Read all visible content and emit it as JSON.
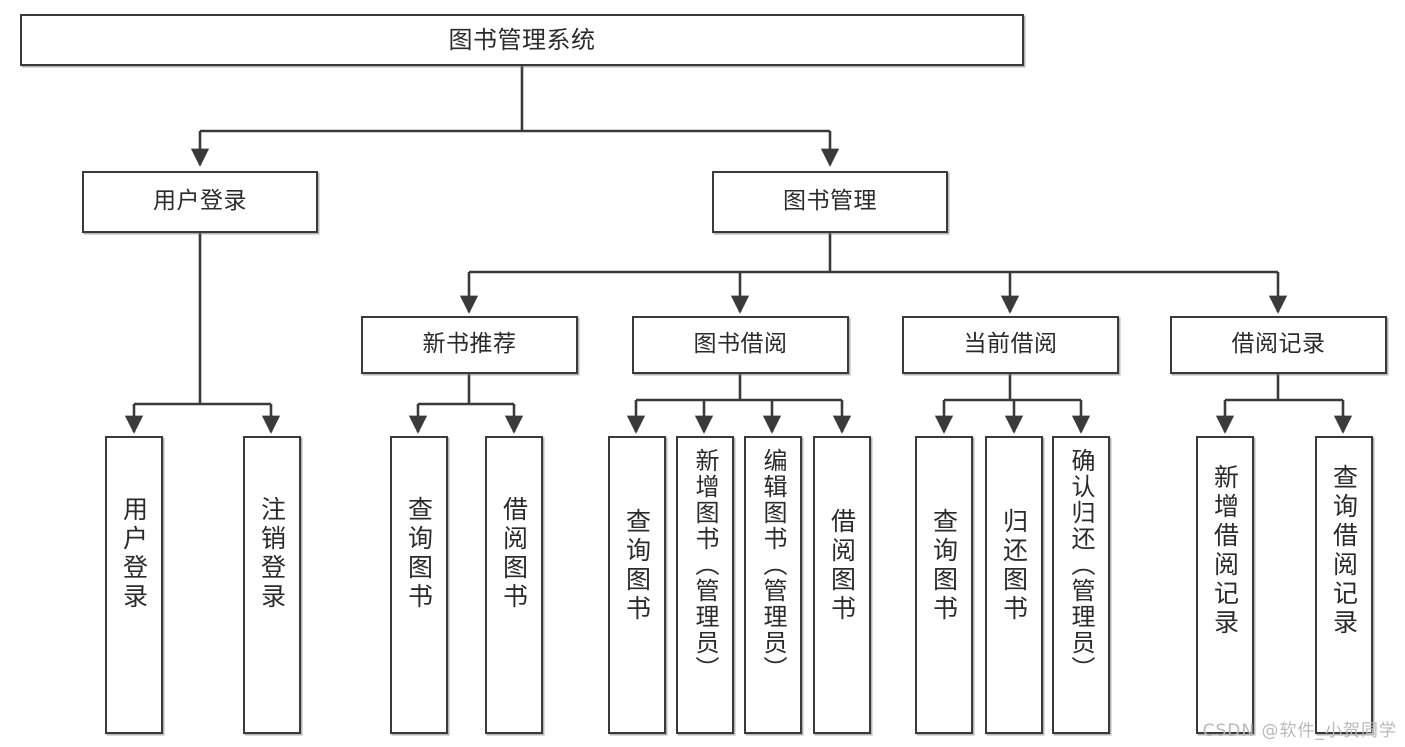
{
  "diagram": {
    "title": "图书管理系统",
    "type": "tree",
    "watermark": "CSDN @软件_小贺同学",
    "colors": {
      "box_border": "#3a3a3a",
      "box_fill": "#ffffff",
      "connector": "#3a3a3a",
      "text": "#2b2b2b",
      "watermark": "#b9b9b9"
    },
    "nodes": {
      "root": {
        "label": "图书管理系统"
      },
      "level2": [
        {
          "label": "用户登录"
        },
        {
          "label": "图书管理"
        }
      ],
      "level3": [
        {
          "label": "新书推荐"
        },
        {
          "label": "图书借阅"
        },
        {
          "label": "当前借阅"
        },
        {
          "label": "借阅记录"
        }
      ],
      "leaves": {
        "user_login": [
          {
            "label": "用户登录"
          },
          {
            "label": "注销登录"
          }
        ],
        "new_book_recommend": [
          {
            "label": "查询图书"
          },
          {
            "label": "借阅图书"
          }
        ],
        "book_borrow": [
          {
            "label": "查询图书"
          },
          {
            "label": "新增图书（管理员）"
          },
          {
            "label": "编辑图书（管理员）"
          },
          {
            "label": "借阅图书"
          }
        ],
        "current_borrow": [
          {
            "label": "查询图书"
          },
          {
            "label": "归还图书"
          },
          {
            "label": "确认归还（管理员）"
          }
        ],
        "borrow_record": [
          {
            "label": "新增借阅记录"
          },
          {
            "label": "查询借阅记录"
          }
        ]
      }
    }
  }
}
